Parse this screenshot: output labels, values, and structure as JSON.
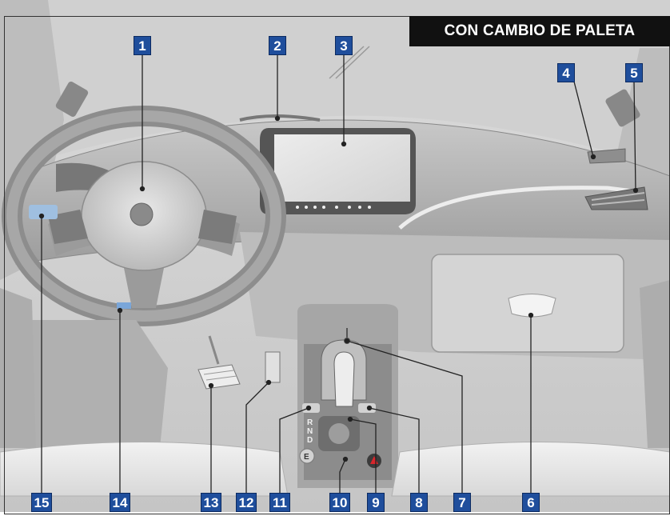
{
  "banner": {
    "text": "CON CAMBIO DE PALETA"
  },
  "callouts": [
    {
      "number": "1"
    },
    {
      "number": "2"
    },
    {
      "number": "3"
    },
    {
      "number": "4"
    },
    {
      "number": "5"
    },
    {
      "number": "6"
    },
    {
      "number": "7"
    },
    {
      "number": "8"
    },
    {
      "number": "9"
    },
    {
      "number": "10"
    },
    {
      "number": "11"
    },
    {
      "number": "12"
    },
    {
      "number": "13"
    },
    {
      "number": "14"
    },
    {
      "number": "15"
    }
  ],
  "shifter": {
    "r": "R",
    "n": "N",
    "d": "D",
    "e": "E"
  },
  "colors": {
    "callout_fill": "#1f4e9c",
    "banner_fill": "#111111",
    "hazard": "#d9262c"
  }
}
